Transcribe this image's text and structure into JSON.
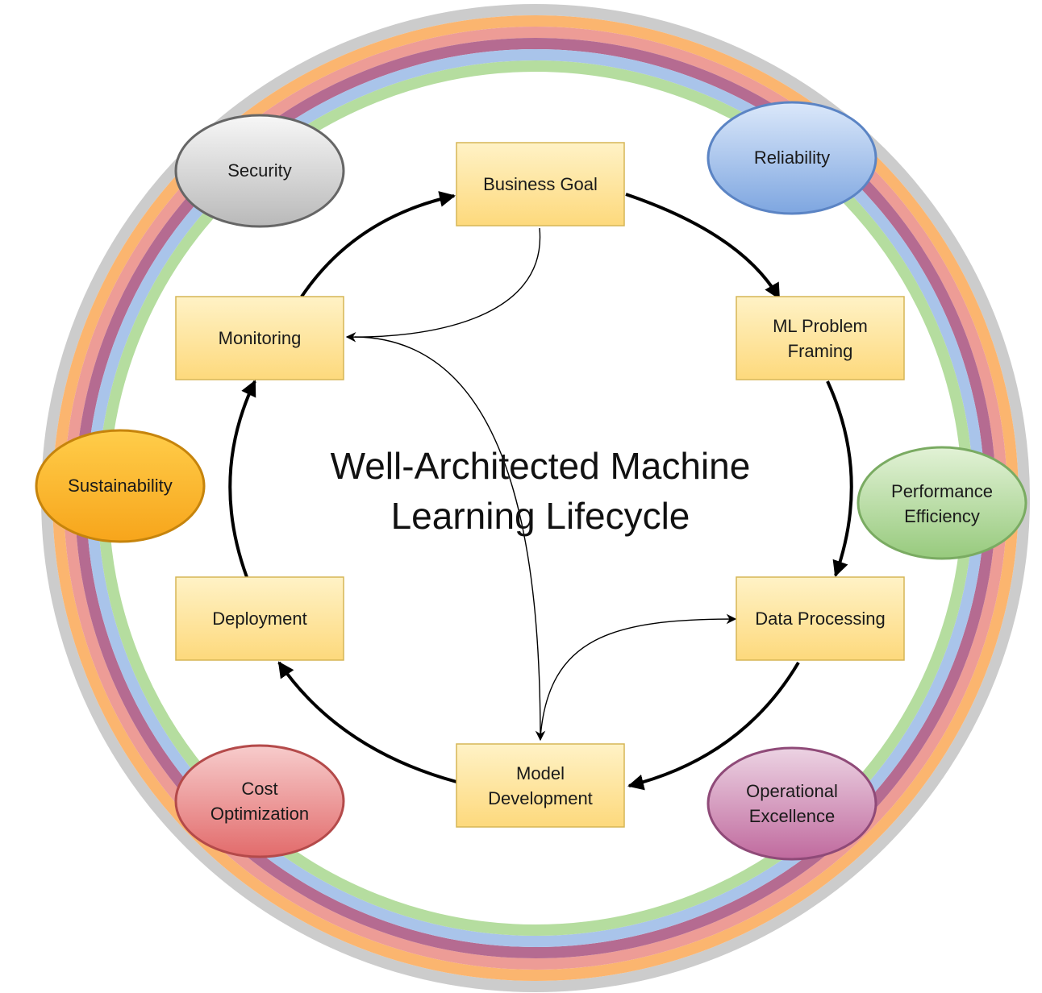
{
  "title": {
    "line1": "Well-Architected Machine",
    "line2": "Learning Lifecycle"
  },
  "stages": {
    "business_goal": "Business Goal",
    "ml_problem_framing": [
      "ML Problem",
      "Framing"
    ],
    "data_processing": "Data Processing",
    "model_development": [
      "Model",
      "Development"
    ],
    "deployment": "Deployment",
    "monitoring": "Monitoring"
  },
  "pillars": {
    "security": {
      "label": [
        "Security"
      ],
      "color": "#c8c8c8"
    },
    "reliability": {
      "label": [
        "Reliability"
      ],
      "color": "#8fb1e3"
    },
    "performance_efficiency": {
      "label": [
        "Performance",
        "Efficiency"
      ],
      "color": "#9fce8a"
    },
    "operational_excellence": {
      "label": [
        "Operational",
        "Excellence"
      ],
      "color": "#c27aa6"
    },
    "cost_optimization": {
      "label": [
        "Cost",
        "Optimization"
      ],
      "color": "#e8777a"
    },
    "sustainability": {
      "label": [
        "Sustainability"
      ],
      "color": "#fbae2a"
    }
  },
  "colors": {
    "ring_gray": "#cccccc",
    "ring_orange": "#fbb56f",
    "ring_pink": "#ed9c96",
    "ring_purple": "#b56b91",
    "ring_blue": "#a9c4ea",
    "ring_green": "#b5dd9f",
    "stage_fill": "#fde49a",
    "stage_border": "#d6b656"
  }
}
